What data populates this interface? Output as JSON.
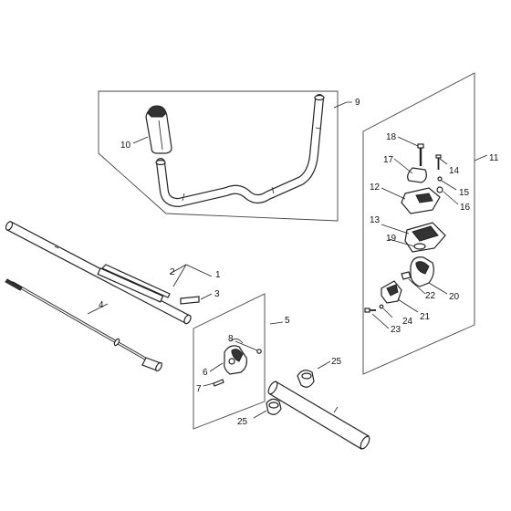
{
  "callouts": {
    "c1": "1",
    "c2": "2",
    "c3": "3",
    "c4": "4",
    "c5": "5",
    "c6": "6",
    "c7": "7",
    "c8": "8",
    "c9": "9",
    "c10": "10",
    "c11": "11",
    "c12": "12",
    "c13": "13",
    "c14": "14",
    "c15": "15",
    "c16": "16",
    "c17": "17",
    "c18": "18",
    "c19": "19",
    "c20": "20",
    "c21": "21",
    "c22": "22",
    "c23": "23",
    "c24": "24",
    "c25a": "25",
    "c25b": "25"
  }
}
